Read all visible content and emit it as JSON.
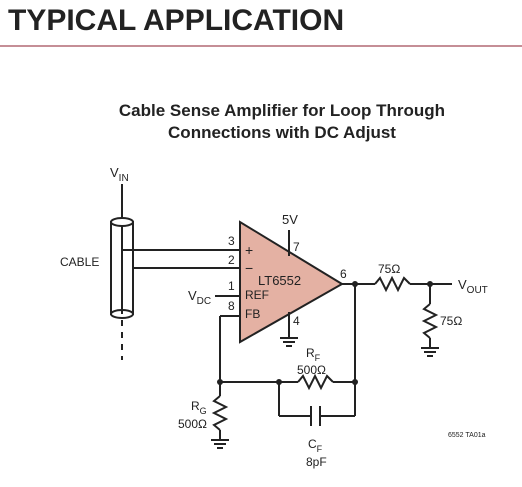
{
  "header": {
    "title": "TYPICAL APPLICATION",
    "title_color": "#8b1d2c"
  },
  "diagram": {
    "title_line1": "Cable Sense Amplifier for Loop Through",
    "title_line2": "Connections with DC Adjust",
    "vin": {
      "main": "V",
      "sub": "IN"
    },
    "cable": "CABLE",
    "vdc": {
      "main": "V",
      "sub": "DC"
    },
    "supply": "5V",
    "amp": {
      "name": "LT6552",
      "plus": "+",
      "minus": "−",
      "ref": "REF",
      "fb": "FB",
      "fill_color": "#e4b1a3"
    },
    "pins": {
      "p3": "3",
      "p2": "2",
      "p1": "1",
      "p8": "8",
      "p7": "7",
      "p4": "4",
      "p6": "6"
    },
    "r_series": "75Ω",
    "r_term": "75Ω",
    "vout": {
      "main": "V",
      "sub": "OUT"
    },
    "rf": {
      "main": "R",
      "sub": "F",
      "value": "500Ω"
    },
    "rg": {
      "main": "R",
      "sub": "G",
      "value": "500Ω"
    },
    "cf": {
      "main": "C",
      "sub": "F",
      "value": "8pF"
    },
    "ref_code": "6552 TA01a"
  }
}
